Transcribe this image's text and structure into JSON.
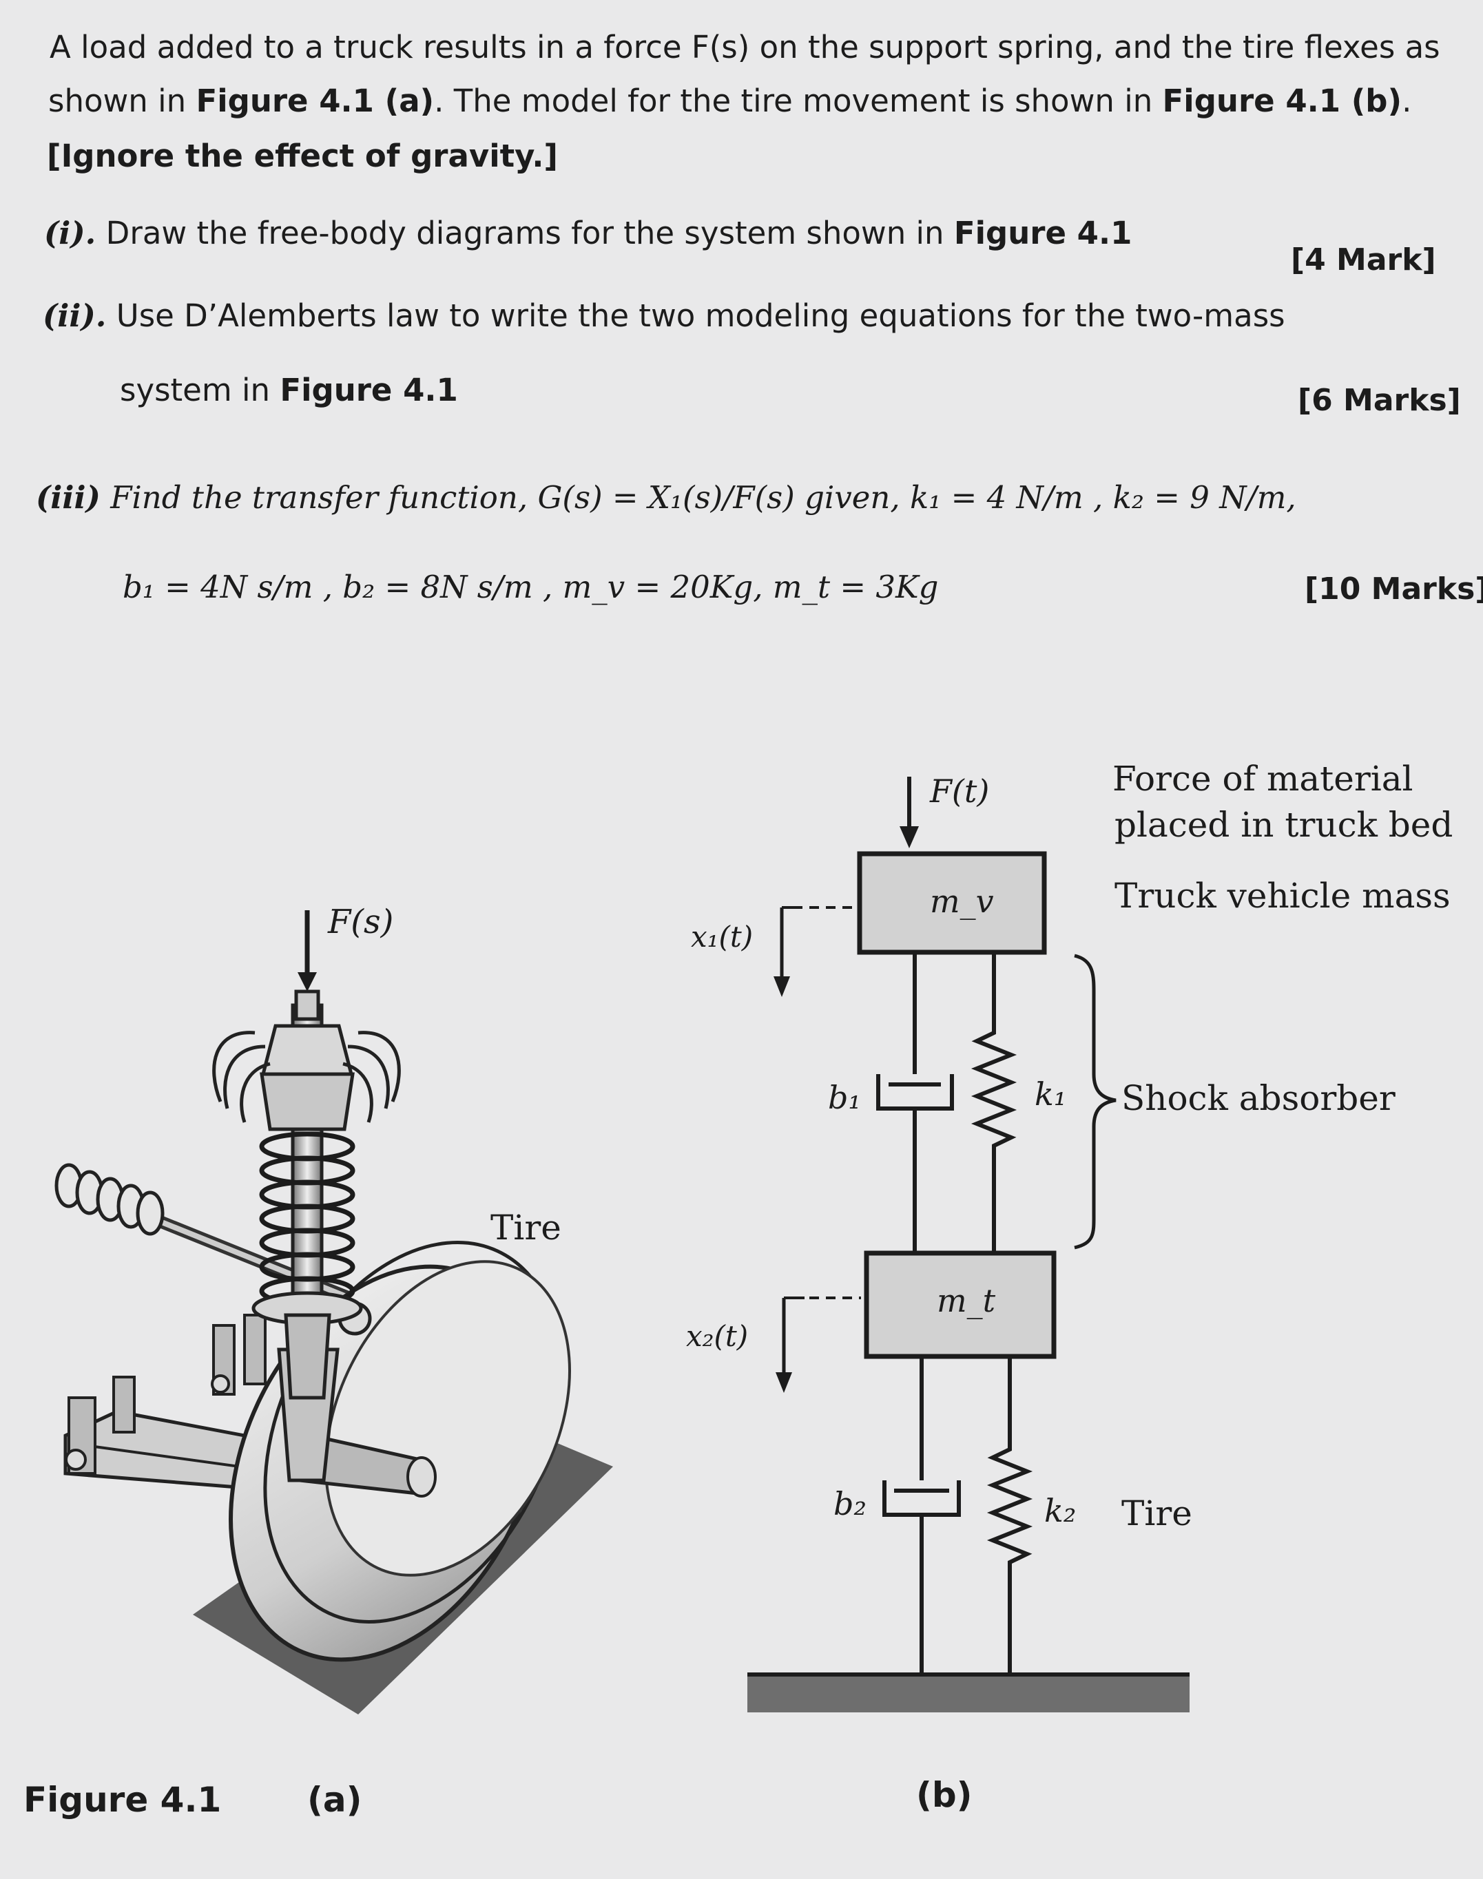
{
  "intro": {
    "line1": "A load added to a truck results in a force F(s) on the support spring, and the tire flexes as",
    "line2_pre": "shown in ",
    "line2_fig_a": "Figure 4.1 (a)",
    "line2_mid": ". The model for the tire movement is shown in ",
    "line2_fig_b": "Figure 4.1 (b)",
    "line2_end": ".",
    "line3": "[Ignore the effect of gravity.]"
  },
  "q1": {
    "num": "(i).",
    "text": "Draw the free-body diagrams for the system shown in ",
    "fig": "Figure 4.1",
    "marks": "[4 Mark]"
  },
  "q2": {
    "num": "(ii).",
    "text": "Use D’Alemberts law to write the two modeling equations for the two-mass",
    "line2_pre": "system in ",
    "fig": "Figure 4.1",
    "marks": "[6 Marks]"
  },
  "q3": {
    "num": "(iii)",
    "text": "Find the transfer function, G(s) = X₁(s)/F(s) given, k₁ = 4 N/m , k₂ = 9 N/m,",
    "line2": "b₁ = 4N s/m , b₂ = 8N s/m ,   m_v = 20Kg,  m_t = 3Kg",
    "marks": "[10 Marks]"
  },
  "figure": {
    "caption": "Figure 4.1",
    "sub_a": "(a)",
    "sub_b": "(b)",
    "a": {
      "force_label": "F(s)",
      "tire_label": "Tire"
    },
    "b": {
      "force_label": "F(t)",
      "mass_top": "m_v",
      "mass_bottom": "m_t",
      "x1": "x₁(t)",
      "x2": "x₂(t)",
      "b1": "b₁",
      "k1": "k₁",
      "b2": "b₂",
      "k2": "k₂",
      "note_force_1": "Force of material",
      "note_force_2": "placed in truck bed",
      "note_mass": "Truck vehicle mass",
      "note_shock": "Shock absorber",
      "note_tire": "Tire"
    }
  }
}
